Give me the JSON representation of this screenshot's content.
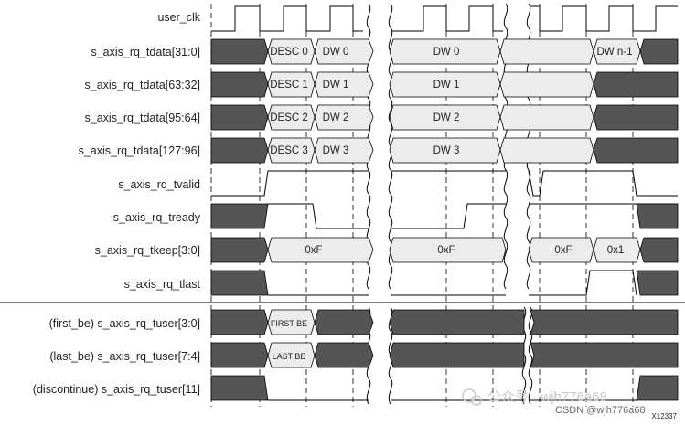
{
  "signals": [
    "user_clk",
    "s_axis_rq_tdata[31:0]",
    "s_axis_rq_tdata[63:32]",
    "s_axis_rq_tdata[95:64]",
    "s_axis_rq_tdata[127:96]",
    "s_axis_rq_tvalid",
    "s_axis_rq_tready",
    "s_axis_rq_tkeep[3:0]",
    "s_axis_rq_tlast",
    "(first_be) s_axis_rq_tuser[3:0]",
    "(last_be) s_axis_rq_tuser[7:4]",
    "(discontinue) s_axis_rq_tuser[11]"
  ],
  "bus_labels": {
    "desc0": "DESC 0",
    "dw0_a": "DW 0",
    "dw0_b": "DW 0",
    "dw_n1": "DW n-1",
    "desc1": "DESC 1",
    "dw1_a": "DW 1",
    "dw1_b": "DW 1",
    "desc2": "DESC 2",
    "dw2_a": "DW 2",
    "dw2_b": "DW 2",
    "desc3": "DESC 3",
    "dw3_a": "DW 3",
    "dw3_b": "DW 3",
    "keep_a": "0xF",
    "keep_b": "0xF",
    "keep_c": "0xF",
    "keep_d": "0x1",
    "first_be": "FIRST BE",
    "last_be": "LAST BE"
  },
  "figure_id": "X12337",
  "watermark": {
    "account": "公众号 · wjh776a68",
    "source": "CSDN @wjh776a68"
  },
  "colors": {
    "dark": "#555555",
    "light": "#ececec",
    "line": "#000000"
  }
}
